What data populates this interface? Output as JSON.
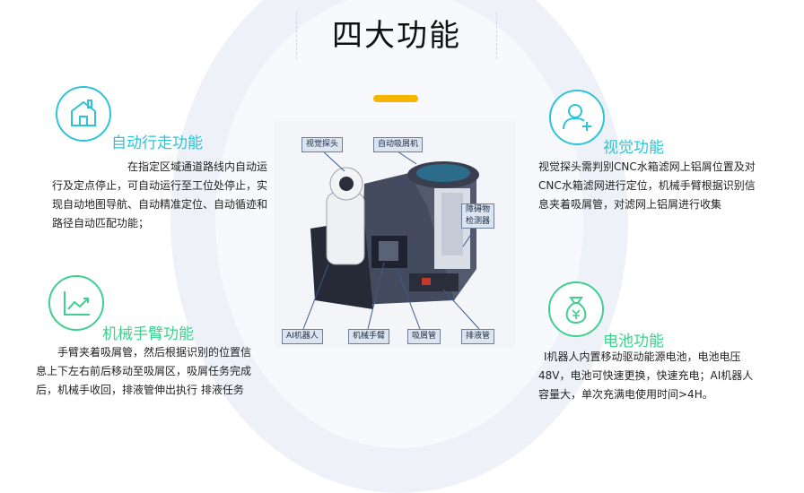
{
  "title": "四大功能",
  "colors": {
    "accent_bar": "#f7b500",
    "auto_drive": "#2ec4d6",
    "arm": "#3fcf8e",
    "vision": "#2ec4d6",
    "battery": "#3fcf8e"
  },
  "features": {
    "auto_drive": {
      "icon": "house-icon",
      "title": "自动行走功能",
      "description": "在指定区域通道路线内自动运行及定点停止，可自动运行至工位处停止，实现自动地图导航、自动精准定位、自动循迹和路径自动匹配功能；"
    },
    "arm": {
      "icon": "line-chart-icon",
      "title": "机械手臂功能",
      "description": "手臂夹着吸屑管，然后根据识别的位置信息上下左右前后移动至吸屑区，吸屑任务完成后，机械手收回，排液管伸出执行 排液任务"
    },
    "vision": {
      "icon": "user-add-icon",
      "title": "视觉功能",
      "description": "视觉探头需判别CNC水箱滤网上铝屑位置及对CNC水箱滤网进行定位，机械手臂根据识别信息夹着吸屑管，对滤网上铝屑进行收集"
    },
    "battery": {
      "icon": "money-bag-icon",
      "title": "电池功能",
      "description": "I机器人内置移动驱动能源电池，电池电压48V，电池可快速更换，快速充电；AI机器人容量大，单次充满电使用时间>4H。"
    }
  },
  "diagram": {
    "callouts": {
      "vision_probe": "视觉探头",
      "auto_suction": "自动吸屑机",
      "obstacle_detector": "障碍物\n检测器",
      "ai_robot": "AI机器人",
      "robot_arm": "机械手臂",
      "suction_pipe": "吸屑管",
      "drain_pipe": "排液管"
    }
  }
}
